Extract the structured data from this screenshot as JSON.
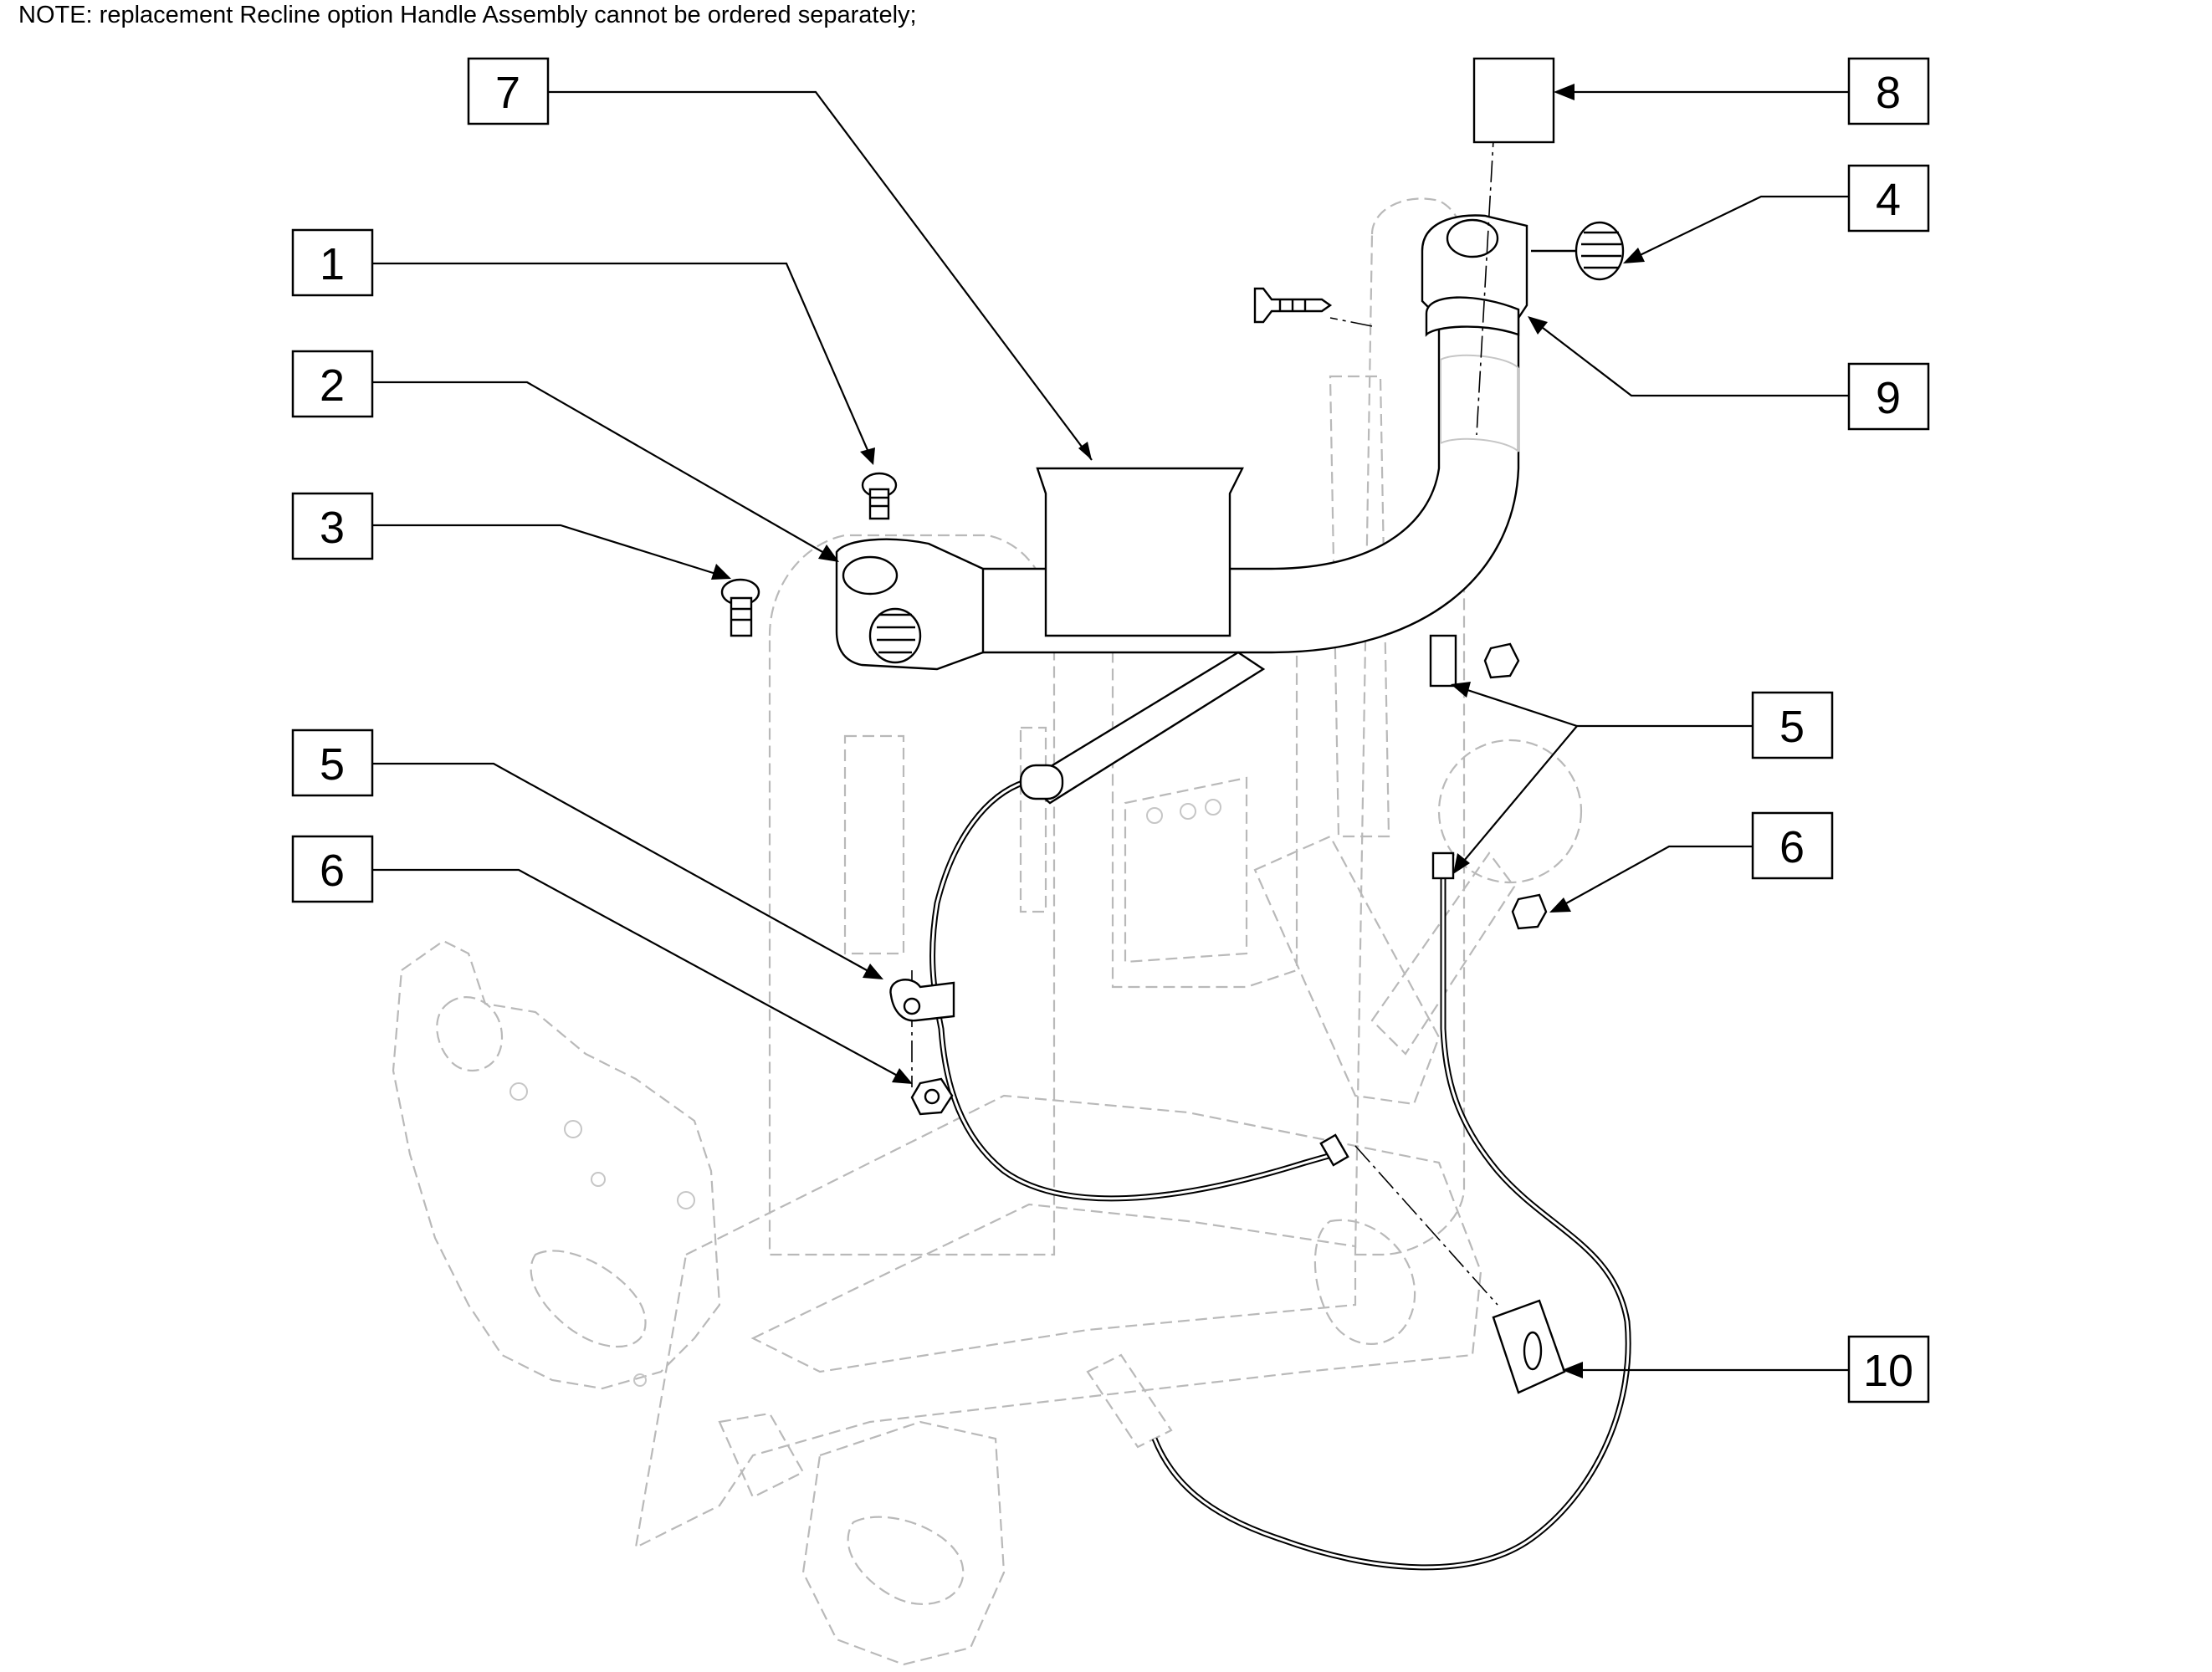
{
  "note": "NOTE: replacement Recline option Handle Assembly cannot be ordered separately;",
  "callouts": [
    {
      "id": "c7",
      "label": "7"
    },
    {
      "id": "c8",
      "label": "8"
    },
    {
      "id": "c4",
      "label": "4"
    },
    {
      "id": "c1",
      "label": "1"
    },
    {
      "id": "c9",
      "label": "9"
    },
    {
      "id": "c2",
      "label": "2"
    },
    {
      "id": "c3",
      "label": "3"
    },
    {
      "id": "c5r",
      "label": "5"
    },
    {
      "id": "c5l",
      "label": "5"
    },
    {
      "id": "c6r",
      "label": "6"
    },
    {
      "id": "c6l",
      "label": "6"
    },
    {
      "id": "c10",
      "label": "10"
    }
  ]
}
